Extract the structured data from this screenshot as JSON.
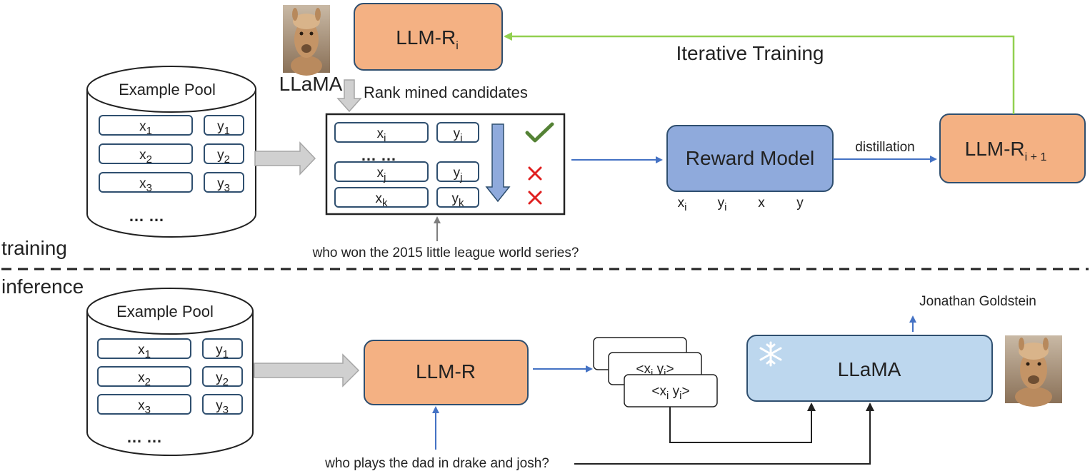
{
  "training": {
    "section_label": "training",
    "example_pool": {
      "title": "Example Pool",
      "rows": [
        {
          "x": "x",
          "x_sub": "1",
          "y": "y",
          "y_sub": "1"
        },
        {
          "x": "x",
          "x_sub": "2",
          "y": "y",
          "y_sub": "2"
        },
        {
          "x": "x",
          "x_sub": "3",
          "y": "y",
          "y_sub": "3"
        }
      ],
      "ellipsis": "… …"
    },
    "llama_label": "LLaMA",
    "llm_ri": {
      "base": "LLM-R",
      "sub": "i"
    },
    "rank_label": "Rank mined candidates",
    "candidates": {
      "rows": [
        {
          "x": "x",
          "x_sub": "i",
          "y": "y",
          "y_sub": "i",
          "mark": "check"
        },
        {
          "x": "x",
          "x_sub": "j",
          "y": "y",
          "y_sub": "j",
          "mark": "cross"
        },
        {
          "x": "x",
          "x_sub": "k",
          "y": "y",
          "y_sub": "k",
          "mark": "cross"
        }
      ],
      "ellipsis": "… …"
    },
    "query": "who won the 2015 little league world series?",
    "reward_model": {
      "label": "Reward Model",
      "inputs": [
        {
          "t": "x",
          "s": "i"
        },
        {
          "t": "y",
          "s": "i"
        },
        {
          "t": "x",
          "s": ""
        },
        {
          "t": "y",
          "s": ""
        }
      ]
    },
    "distillation_label": "distillation",
    "llm_ri1": {
      "base": "LLM-R",
      "sub": "i + 1"
    },
    "iterative_label": "Iterative Training"
  },
  "inference": {
    "section_label": "inference",
    "example_pool": {
      "title": "Example Pool",
      "rows": [
        {
          "x": "x",
          "x_sub": "1",
          "y": "y",
          "y_sub": "1"
        },
        {
          "x": "x",
          "x_sub": "2",
          "y": "y",
          "y_sub": "2"
        },
        {
          "x": "x",
          "x_sub": "3",
          "y": "y",
          "y_sub": "3"
        }
      ],
      "ellipsis": "… …"
    },
    "llm_r": "LLM-R",
    "demos": {
      "open": "<x",
      "sub1": "i",
      "mid": "  y",
      "sub2": "i",
      "close": ">"
    },
    "llama_box": "LLaMA",
    "answer": "Jonathan Goldstein",
    "query": "who plays the dad in drake and josh?"
  },
  "colors": {
    "orange": "#f4b183",
    "blue_dark": "#8faadc",
    "blue_light": "#bdd7ee",
    "green": "#92d050",
    "arrow_blue": "#4472c4",
    "check_green": "#548235",
    "cross_red": "#e02020"
  }
}
